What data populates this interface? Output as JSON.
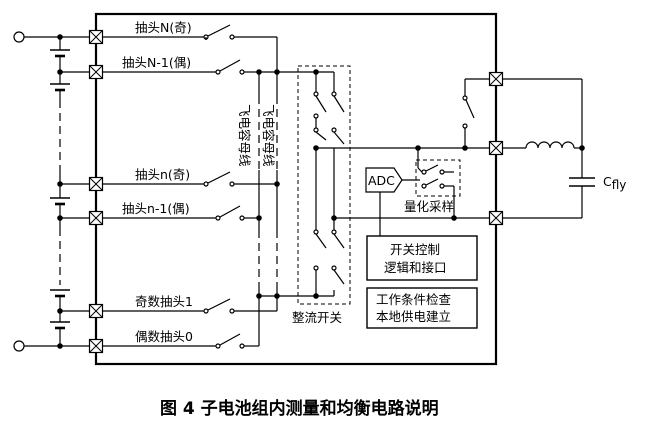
{
  "labels": {
    "tap_n_odd_top": "抽头N(奇)",
    "tap_n_minus1_even_top": "抽头N-1(偶)",
    "tap_n_odd": "抽头n(奇)",
    "tap_n_minus1_even": "抽头n-1(偶)",
    "odd_tap_1": "奇数抽头1",
    "even_tap_0": "偶数抽头0",
    "flying_cap_bus_1": "飞电容母线",
    "flying_cap_bus_2": "飞电容母线",
    "rectifier_switch": "整流开关",
    "adc": "ADC",
    "quantize_sample": "量化采样",
    "switch_control_line1": "开关控制",
    "switch_control_line2": "逻辑和接口",
    "work_condition_line1": "工作条件检查",
    "work_condition_line2": "本地供电建立",
    "cfly_main": "C",
    "cfly_sub": "fly"
  },
  "caption": "图 4 子电池组内测量和均衡电路说明"
}
